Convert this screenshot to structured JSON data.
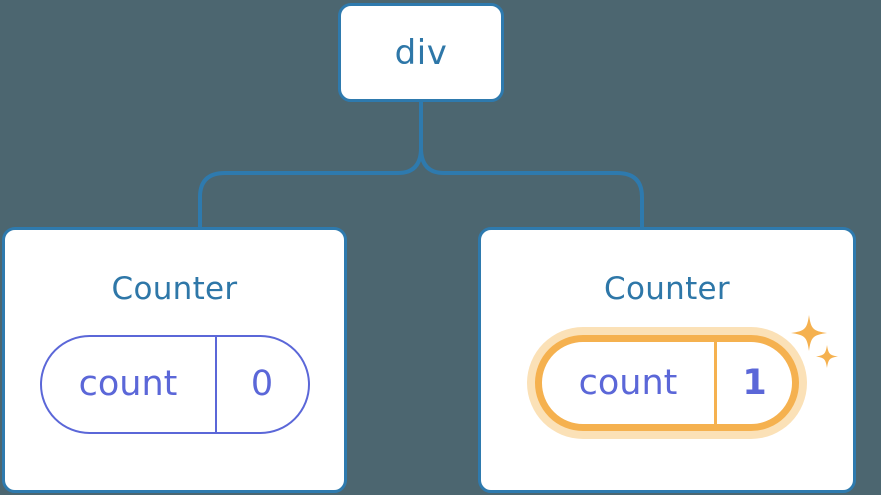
{
  "diagram": {
    "title": "react component tree with highlighted state",
    "background_color": "#4c6670",
    "node_border_color": "#2e7aae",
    "node_text_color": "#2e77a8",
    "pill_color": "#5b67d8",
    "highlight_color": "#f5b14f",
    "highlight_glow_color": "#fbe1b7"
  },
  "root": {
    "label": "div"
  },
  "children": [
    {
      "title": "Counter",
      "state": {
        "key": "count",
        "value": "0"
      },
      "highlighted": false
    },
    {
      "title": "Counter",
      "state": {
        "key": "count",
        "value": "1"
      },
      "highlighted": true,
      "sparkle_icons": [
        "sparkle-large",
        "sparkle-small"
      ]
    }
  ]
}
